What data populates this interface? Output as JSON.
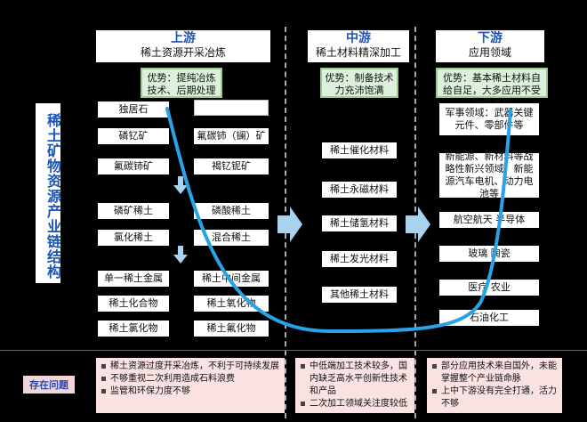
{
  "side_title": "稀土矿物资源产业链结构",
  "stages": {
    "upstream": {
      "title": "上游",
      "subtitle": "稀土资源开采冶炼",
      "advantage": "优势：提纯冶炼技术、后期处理"
    },
    "midstream": {
      "title": "中游",
      "subtitle": "稀土材料精深加工",
      "advantage": "优势：制备技术力充沛饱满"
    },
    "downstream": {
      "title": "下游",
      "subtitle": "应用领域",
      "advantage": "优势：基本稀土材料自给自足，大多应用不受产量限制"
    }
  },
  "upstream_left": [
    "独居石",
    "磷钇矿",
    "氟碳铈矿",
    "磷矿稀土",
    "氯化稀土",
    "单一稀土金属",
    "稀土化合物",
    "稀土氯化物"
  ],
  "upstream_right": [
    "",
    "氟碳铈（镧）矿",
    "褐钇铌矿",
    "磷酸稀土",
    "混合稀土",
    "稀土中间金属",
    "稀土氧化物",
    "稀土氟化物"
  ],
  "midstream_items": [
    "稀土催化材料",
    "稀土永磁材料",
    "稀土储氢材料",
    "稀土发光材料",
    "其他稀土材料"
  ],
  "downstream_items": [
    "军事领域：武器关键元件、零部件等",
    "新能源、新材料等战略性新兴领域：新能源汽车电机、动力电池等",
    "航空航天 半导体",
    "玻璃 陶瓷",
    "医疗 农业",
    "石油化工"
  ],
  "issues": {
    "label": "存在问题",
    "upstream": [
      "稀土资源过度开采冶炼，不利于可持续发展",
      "不够重视二次利用造成石料浪费",
      "监管和环保力度不够"
    ],
    "midstream": [
      "中低端加工技术较多，国内缺乏高水平创新性技术和产品",
      "二次加工领域关注度较低"
    ],
    "downstream": [
      "部分应用技术来自国外，未能掌握整个产业链命脉",
      "上中下游没有完全打通，活力不够"
    ]
  },
  "colors": {
    "accent_blue": "#1b56b6",
    "curve_blue": "#29a3e6",
    "arrow_blue": "#a9d2ec",
    "advantage_bg": "#ddf0dc",
    "issue_bg": "#fbe2e2"
  }
}
